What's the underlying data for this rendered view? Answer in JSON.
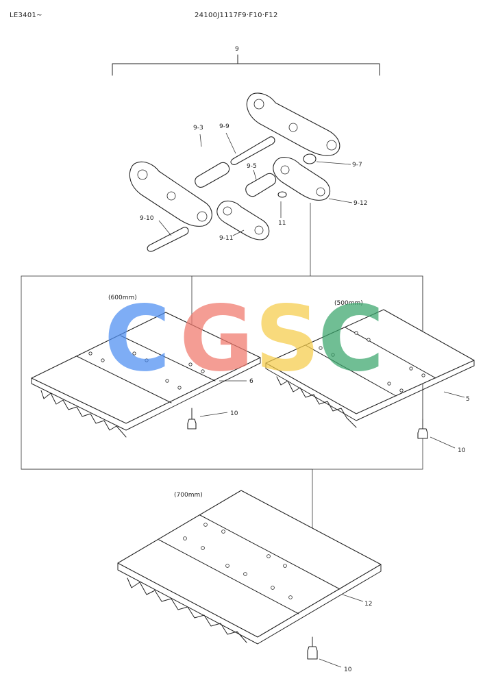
{
  "header": {
    "model_code": "LE3401~",
    "part_number": "24100J1117F9·F10·F12"
  },
  "watermark": {
    "letters": [
      "C",
      "G",
      "S",
      "C"
    ],
    "colors": [
      "#4d8ef2",
      "#f0786c",
      "#f6cd4a",
      "#3aa66c"
    ]
  },
  "labels": {
    "assembly": "9",
    "link_parts": [
      "9-3",
      "9-9",
      "9-7",
      "9-5",
      "9-12",
      "9-10",
      "9-11",
      "11"
    ],
    "shoe_600": {
      "width": "(600mm)",
      "part": "6",
      "bolt": "10"
    },
    "shoe_500": {
      "width": "(500mm)",
      "part": "5",
      "bolt": "10"
    },
    "shoe_700": {
      "width": "(700mm)",
      "part": "12",
      "bolt": "10"
    }
  }
}
